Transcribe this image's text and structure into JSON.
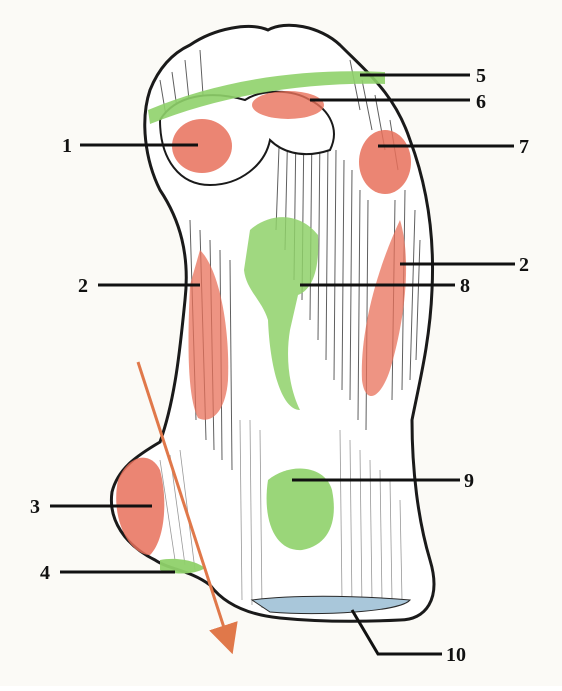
{
  "colors": {
    "background": "#fbfaf6",
    "bone": "#ffffff",
    "outline": "#1a1a1a",
    "red_area": "#e8705a",
    "green_area": "#8fd16a",
    "arrow": "#e0784a",
    "facet_blue": "#a9c7da"
  },
  "labels": [
    {
      "id": "1",
      "text": "1"
    },
    {
      "id": "2a",
      "text": "2"
    },
    {
      "id": "2b",
      "text": "2"
    },
    {
      "id": "3",
      "text": "3"
    },
    {
      "id": "4",
      "text": "4"
    },
    {
      "id": "5",
      "text": "5"
    },
    {
      "id": "6",
      "text": "6"
    },
    {
      "id": "7",
      "text": "7"
    },
    {
      "id": "8",
      "text": "8"
    },
    {
      "id": "9",
      "text": "9"
    },
    {
      "id": "10",
      "text": "10"
    }
  ]
}
